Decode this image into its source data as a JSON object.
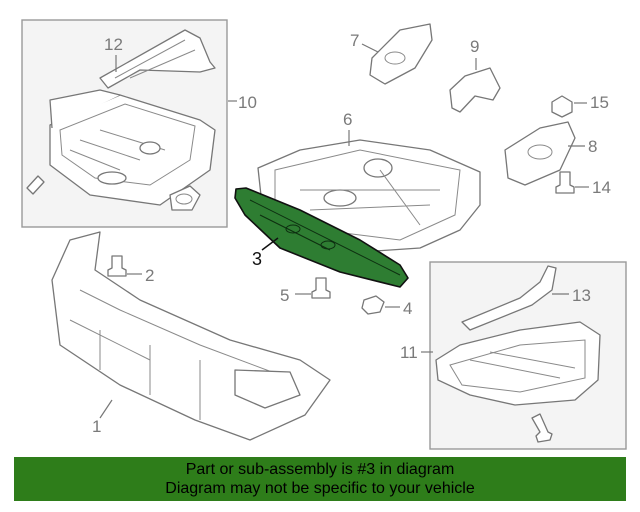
{
  "callouts": {
    "c1": "1",
    "c2": "2",
    "c3": "3",
    "c4": "4",
    "c5": "5",
    "c6": "6",
    "c7": "7",
    "c8": "8",
    "c9": "9",
    "c10": "10",
    "c11": "11",
    "c12": "12",
    "c13": "13",
    "c14": "14",
    "c15": "15"
  },
  "highlighted_part": "3",
  "colors": {
    "highlight": "#2e7d32",
    "banner": "#2e7d1a"
  },
  "banner": {
    "line1": "Part or sub-assembly is #3 in diagram",
    "line2": "Diagram may not be specific to your vehicle"
  }
}
